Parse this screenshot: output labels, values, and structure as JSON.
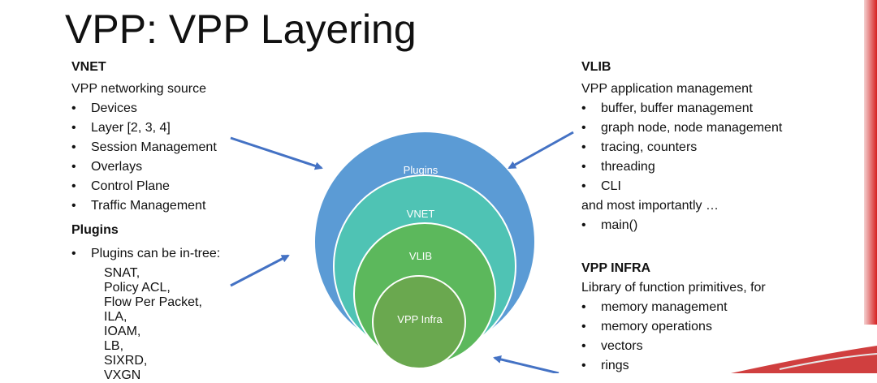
{
  "title": "VPP: VPP Layering",
  "vnet": {
    "heading": "VNET",
    "intro": "VPP networking source",
    "items": [
      "Devices",
      "Layer [2, 3, 4]",
      "Session Management",
      "Overlays",
      "Control Plane",
      "Traffic Management"
    ]
  },
  "plugins": {
    "heading": "Plugins",
    "bullet": "Plugins  can be in-tree:",
    "list": [
      "SNAT,",
      "Policy ACL,",
      "Flow Per Packet,",
      "ILA,",
      "IOAM,",
      "LB,",
      "SIXRD,",
      "VXGN"
    ]
  },
  "vlib": {
    "heading": "VLIB",
    "intro": "VPP application management",
    "items": [
      "buffer, buffer management",
      "graph node, node management",
      "tracing, counters",
      "threading",
      "CLI"
    ],
    "tail": "and most importantly …",
    "tail_items": [
      "main()"
    ]
  },
  "infra": {
    "heading": "VPP INFRA",
    "intro": "Library of function primitives,  for",
    "items": [
      "memory management",
      "memory operations",
      "vectors",
      "rings"
    ]
  },
  "circles": {
    "plugins_label": "Plugins",
    "vnet_label": "VNET",
    "vlib_label": "VLIB",
    "infra_label": "VPP Infra"
  },
  "colors": {
    "plugins": "#5b9bd5",
    "vnet": "#4fc3b4",
    "vlib": "#5cb85c",
    "infra": "#6aa84f",
    "arrow": "#4472c4",
    "accent_bar": "#d62020"
  }
}
